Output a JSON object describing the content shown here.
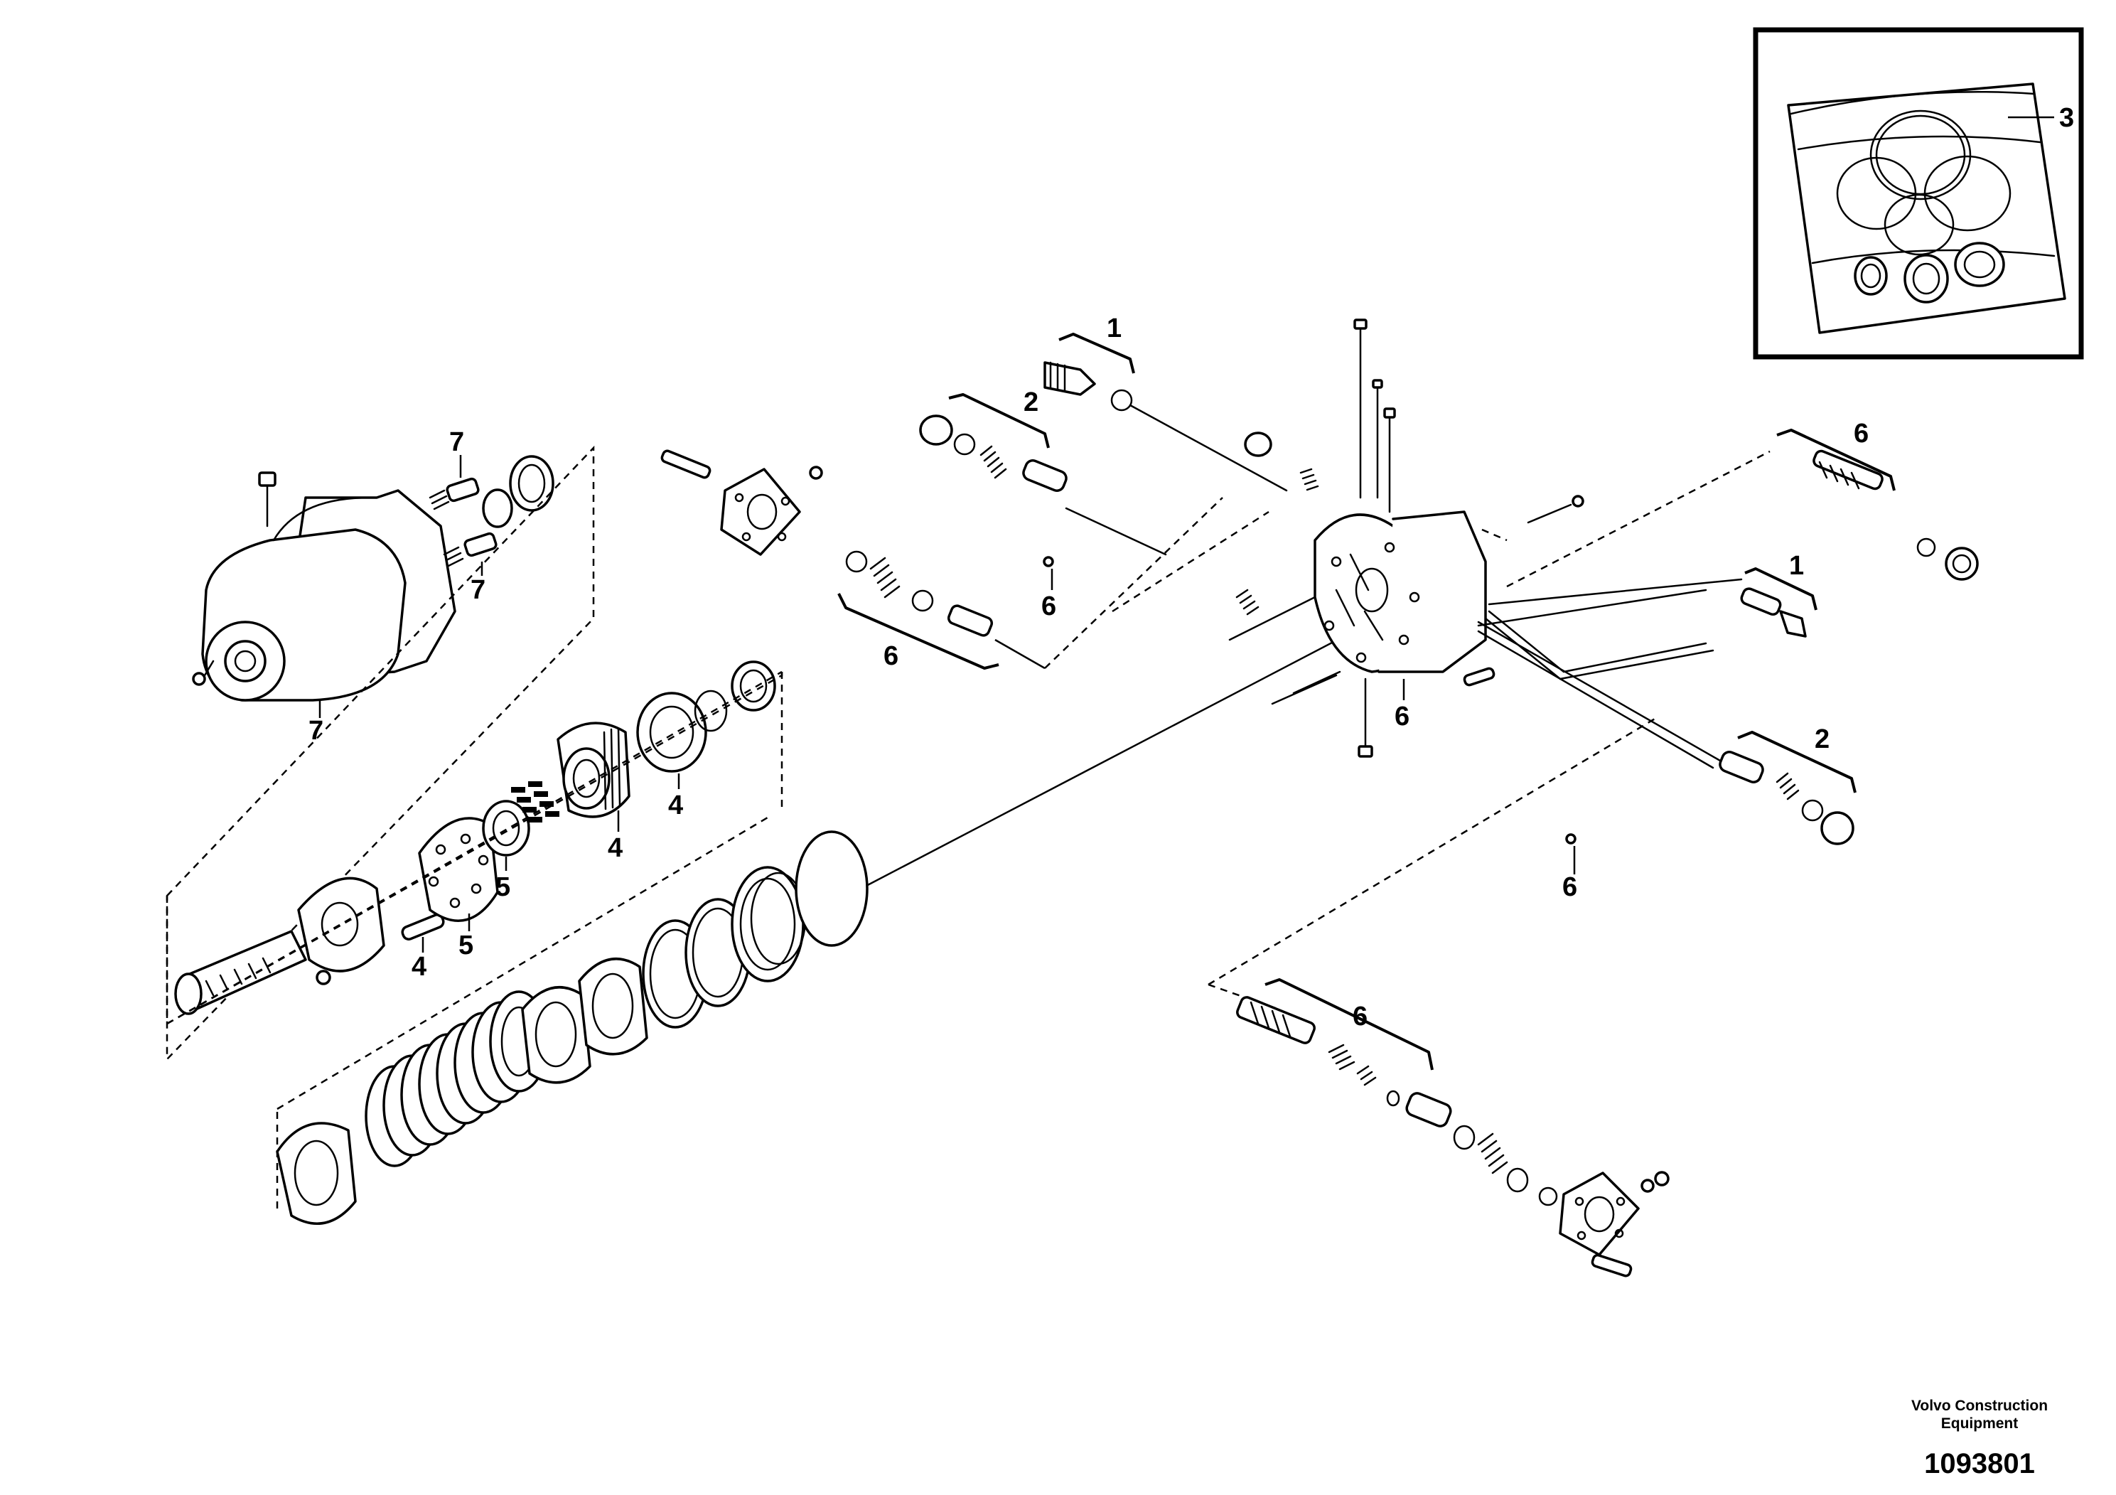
{
  "callouts": {
    "c1_top": "1",
    "c1_right": "1",
    "c2_top": "2",
    "c2_right": "2",
    "c3_kit": "3",
    "c4_ring_gear": "4",
    "c4_bearing": "4",
    "c4_pin": "4",
    "c5_carrier": "5",
    "c5_plate": "5",
    "c6_top_right": "6",
    "c6_valve_left": "6",
    "c6_oring_left": "6",
    "c6_oring_right": "6",
    "c6_body": "6",
    "c6_bottom_valve": "6",
    "c7_motor": "7",
    "c7_plug_upper": "7",
    "c7_plug_lower": "7"
  },
  "footer": {
    "company": "Volvo Construction\nEquipment",
    "figure_number": "1093801"
  },
  "colors": {
    "line": "#000000",
    "background": "#ffffff"
  }
}
